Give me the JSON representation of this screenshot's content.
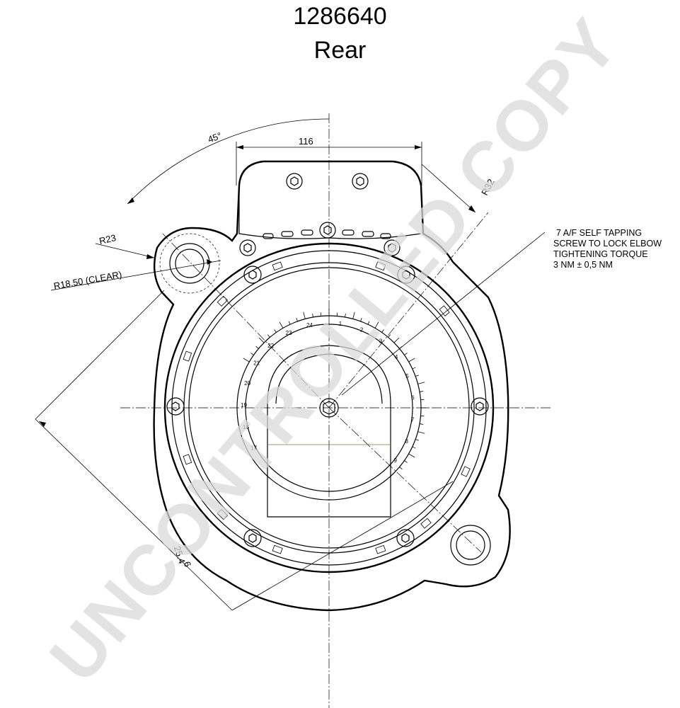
{
  "header": {
    "part_number": "1286640",
    "view": "Rear"
  },
  "dimensions": {
    "angle": "45°",
    "width": "116",
    "radius_top_right": "R32",
    "radius_left": "R23",
    "clearance": "R18.50 (CLEAR)",
    "diagonal_a": "25.4",
    "diagonal_b": "6"
  },
  "note": {
    "line1": "7 A/F SELF TAPPING",
    "line2": "SCREW TO LOCK ELBOW",
    "line3": "TIGHTENING TORQUE",
    "line4": "3 NM ± 0,5 NM"
  },
  "scale_marks": [
    "1",
    "2",
    "3",
    "4",
    "5",
    "6",
    "7",
    "8",
    "9",
    "17",
    "18",
    "19",
    "20",
    "21",
    "22",
    "23",
    "24"
  ],
  "watermark": "UNCONTROLLED COPY"
}
